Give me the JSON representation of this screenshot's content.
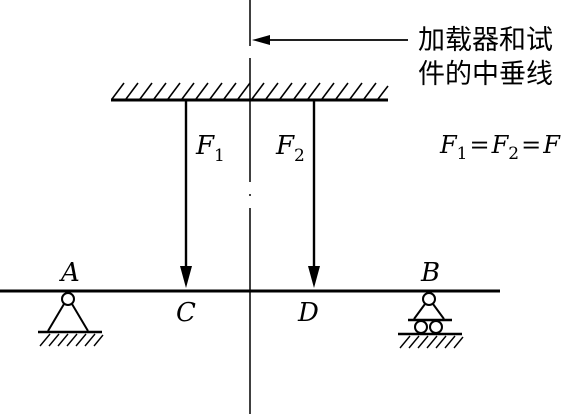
{
  "annotation": {
    "line1": "加载器和试",
    "line2": "件的中垂线"
  },
  "forces": {
    "f1": {
      "symbol": "F",
      "subscript": "1"
    },
    "f2": {
      "symbol": "F",
      "subscript": "2"
    }
  },
  "equation": {
    "a": "F",
    "a_sub": "1",
    "eq1": "=",
    "b": "F",
    "b_sub": "2",
    "eq2": "=",
    "c": "F"
  },
  "points": {
    "a": "A",
    "b": "B",
    "c": "C",
    "d": "D"
  },
  "colors": {
    "ink": "#000000",
    "background": "#ffffff"
  }
}
